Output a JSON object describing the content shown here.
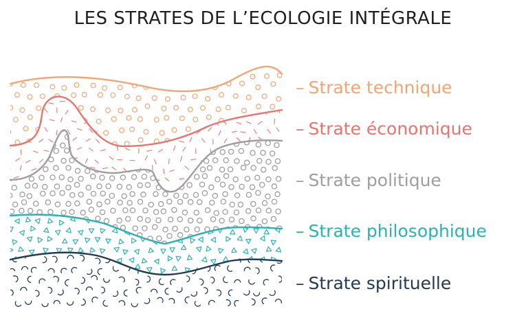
{
  "title": "LES STRATES DE L’ECOLOGIE INTÉGRALE",
  "strata": [
    {
      "label": "Strate technique",
      "color": "#f4a471",
      "texture": "small-circles"
    },
    {
      "label": "Strate économique",
      "color": "#e8736f",
      "texture": "short-dashes"
    },
    {
      "label": "Strate politique",
      "color": "#9e9e9e",
      "texture": "circles"
    },
    {
      "label": "Strate philosophique",
      "color": "#2ab2b0",
      "texture": "triangles"
    },
    {
      "label": "Strate spirituelle",
      "color": "#233a55",
      "texture": "arcs"
    }
  ],
  "legend_dash": "–"
}
